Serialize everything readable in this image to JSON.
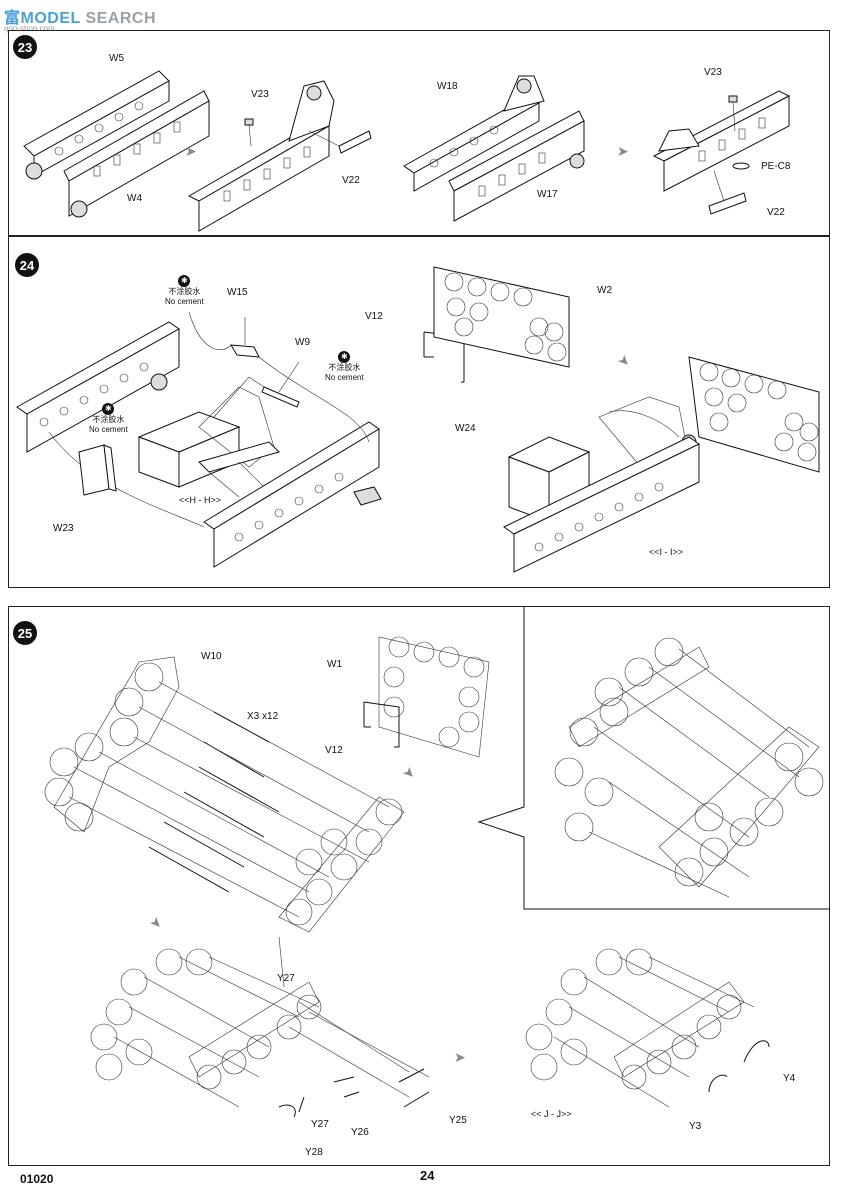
{
  "watermark": {
    "brand_cn": "富",
    "brand_rest": "MODEL",
    "search": "SEARCH",
    "domain": "qqq-shop.com"
  },
  "steps": {
    "s23": {
      "number": "23",
      "labels": {
        "w5": "W5",
        "w4": "W4",
        "v23a": "V23",
        "v22a": "V22",
        "w18": "W18",
        "w17": "W17",
        "v23b": "V23",
        "pec8": "PE-C8",
        "v22b": "V22"
      }
    },
    "s24": {
      "number": "24",
      "labels": {
        "w15": "W15",
        "w9": "W9",
        "w23": "W23",
        "hh": "<<H - H>>",
        "v12": "V12",
        "w2": "W2",
        "w24": "W24",
        "ii": "<<I - I>>"
      },
      "notes": [
        {
          "cn": "不涂胶水",
          "en": "No cement"
        },
        {
          "cn": "不涂胶水",
          "en": "No cement"
        },
        {
          "cn": "不涂胶水",
          "en": "No cement"
        }
      ]
    },
    "s25": {
      "number": "25",
      "labels": {
        "w10": "W10",
        "x3": "X3 x12",
        "w1": "W1",
        "v12": "V12",
        "y27a": "Y27",
        "y27b": "Y27",
        "y26": "Y26",
        "y25": "Y25",
        "y28": "Y28",
        "jj": "<< J - J>>",
        "y4": "Y4",
        "y3": "Y3"
      }
    }
  },
  "footer": {
    "code": "01020",
    "page": "24"
  }
}
